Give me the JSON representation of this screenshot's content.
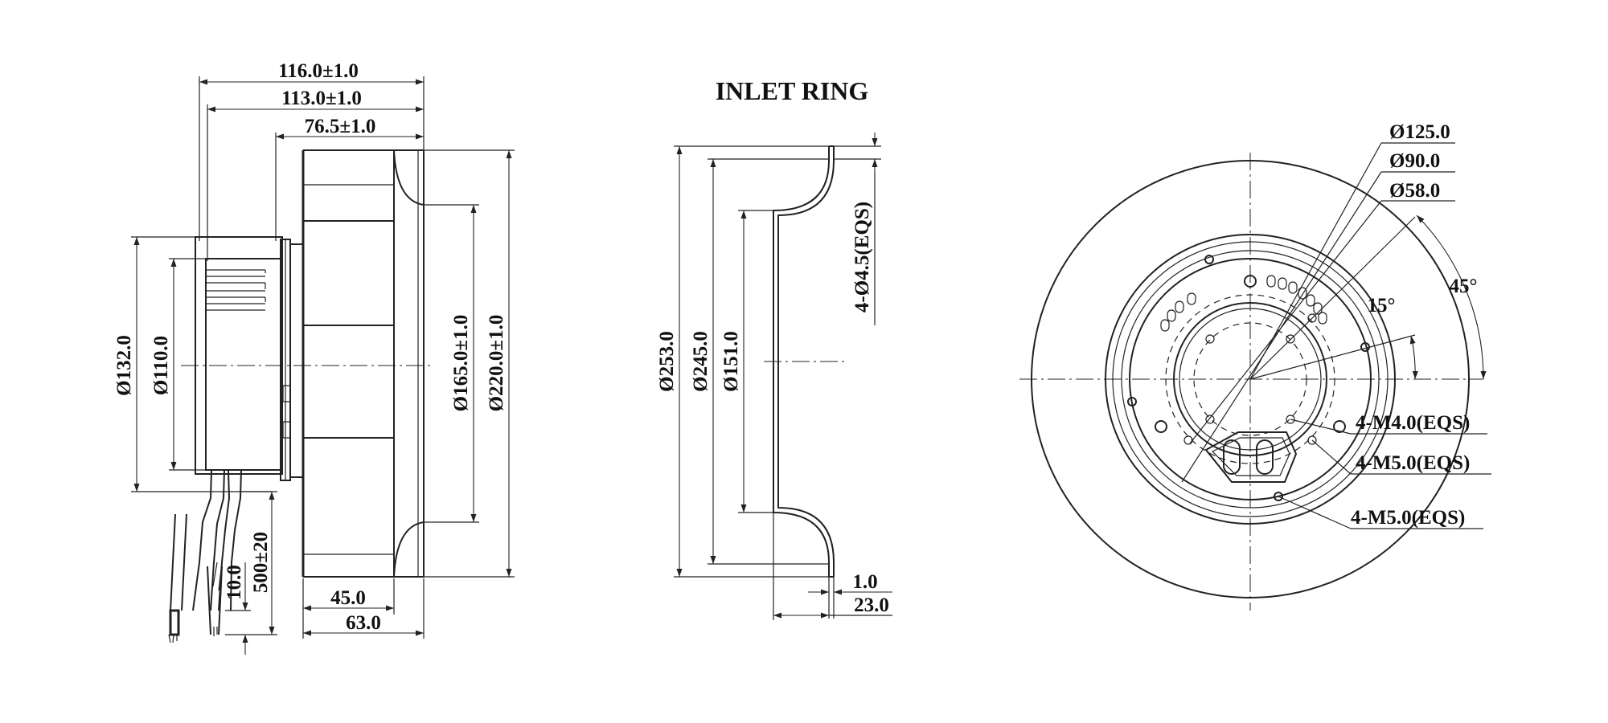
{
  "inlet_ring": {
    "title": "INLET RING",
    "d_outer": "Ø253.0",
    "d_mid": "Ø245.0",
    "d_inner": "Ø151.0",
    "holes": "4-Ø4.5(EQS)",
    "thickness": "1.0",
    "depth": "23.0"
  },
  "side_view": {
    "len_total": "116.0±1.0",
    "len_body": "113.0±1.0",
    "len_impeller": "76.5±1.0",
    "d_flange": "Ø132.0",
    "d_motor": "Ø110.0",
    "d_inlet": "Ø165.0±1.0",
    "d_impeller": "Ø220.0±1.0",
    "blade_height": "45.0",
    "blade_total": "63.0",
    "lead_length": "500±20",
    "lead_strip": "10.0"
  },
  "front_view": {
    "pcd_large": "Ø125.0",
    "pcd_mid": "Ø90.0",
    "pcd_small": "Ø58.0",
    "angle_small": "15°",
    "angle_large": "45°",
    "holes_m4": "4-M4.0(EQS)",
    "holes_m5_a": "4-M5.0(EQS)",
    "holes_m5_b": "4-M5.0(EQS)"
  }
}
